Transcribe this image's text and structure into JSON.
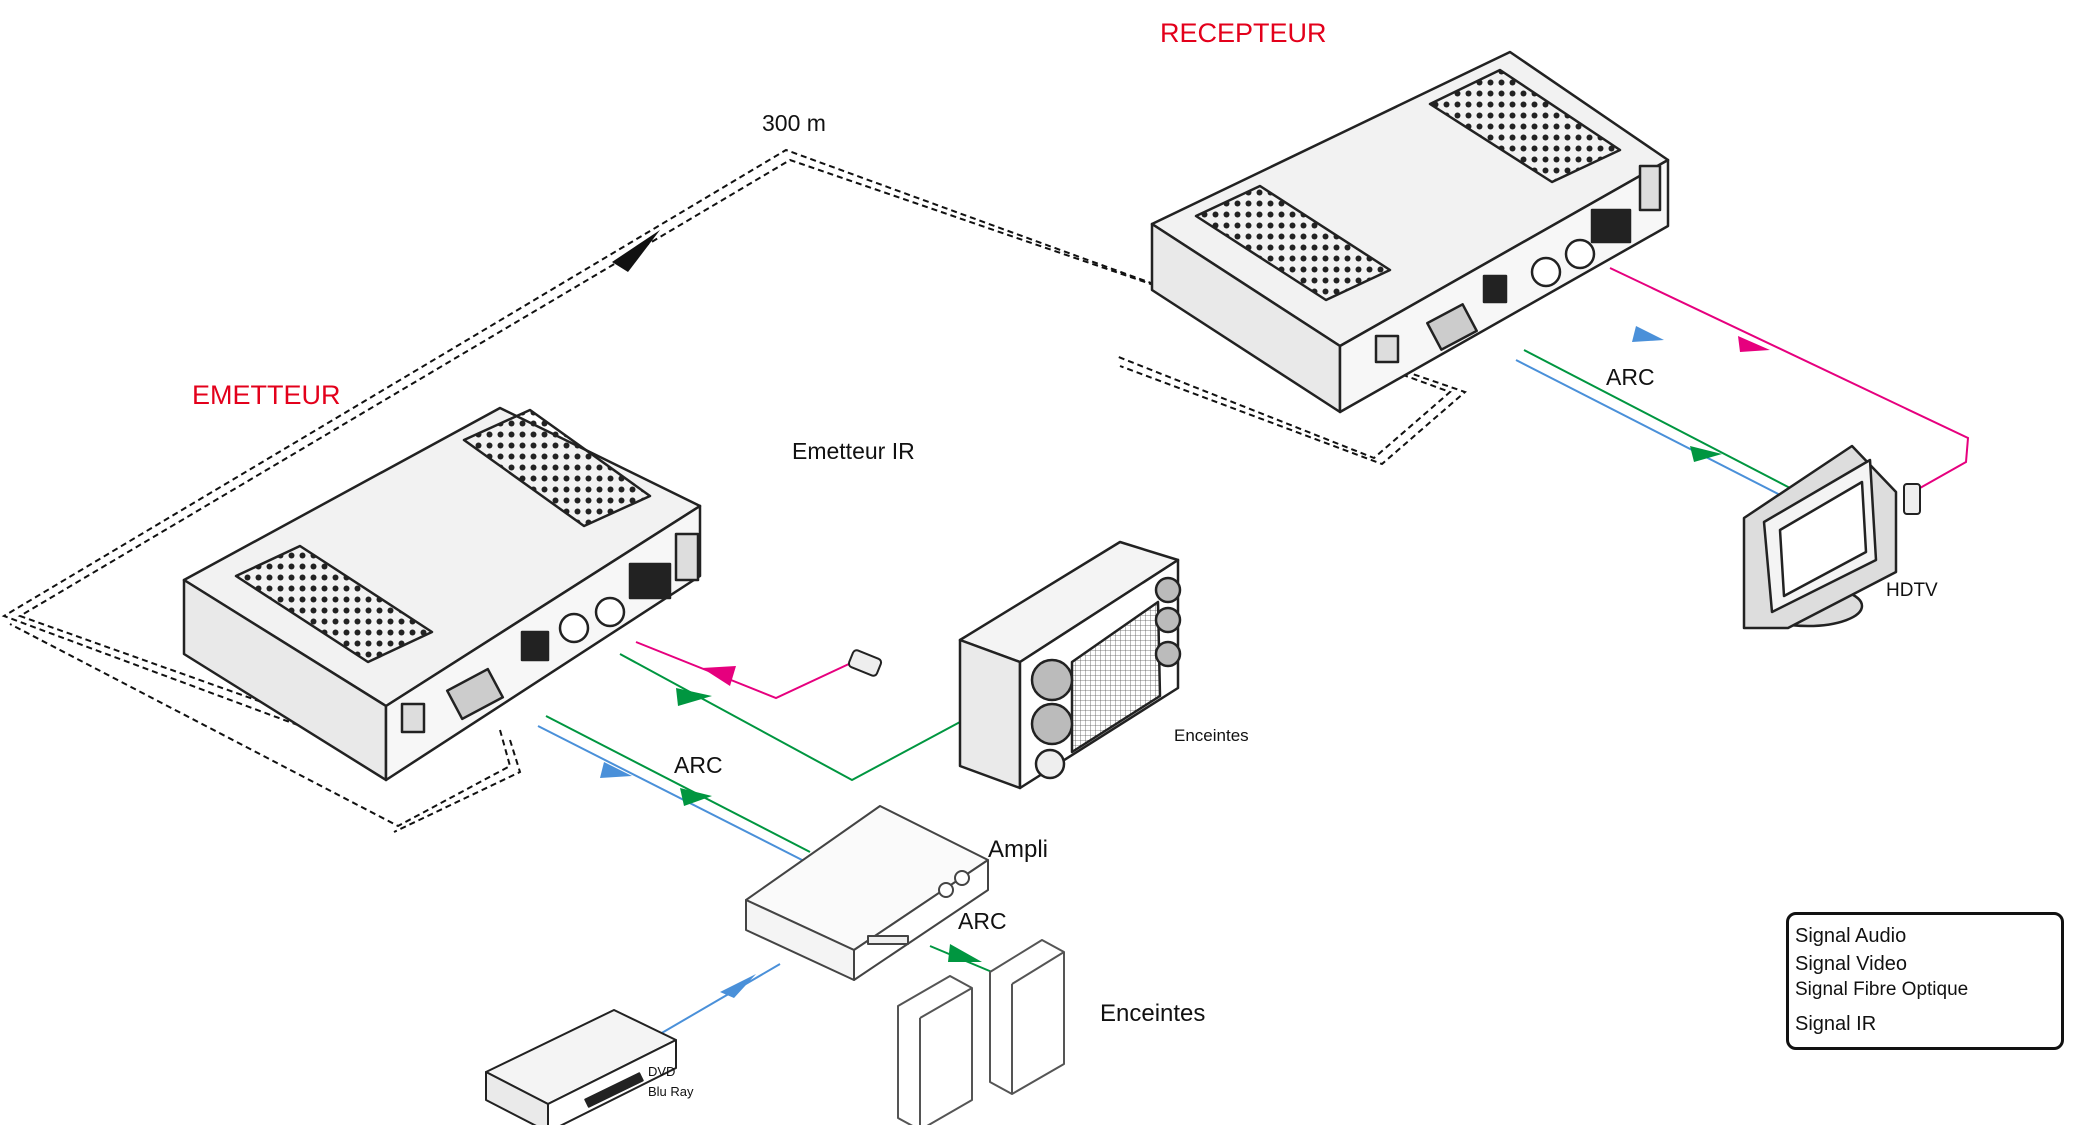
{
  "labels": {
    "recepteur": "RECEPTEUR",
    "emetteur": "EMETTEUR",
    "distance": "300 m",
    "emetteur_ir": "Emetteur IR",
    "arc_top": "ARC",
    "arc_mid": "ARC",
    "arc_low": "ARC",
    "hdtv": "HDTV",
    "enceintes_small": "Enceintes",
    "enceintes_large": "Enceintes",
    "ampli": "Ampli",
    "dvd": "DVD",
    "bluray": "Blu Ray"
  },
  "legend": {
    "items": [
      {
        "label": "Signal Audio",
        "color": "#009640"
      },
      {
        "label": "Signal Video",
        "color": "#4a90d9"
      },
      {
        "label": "Signal Fibre Optique",
        "color": "#000000"
      },
      {
        "label": "Signal IR",
        "color": "#e6007e"
      }
    ]
  },
  "colors": {
    "title_red": "#e3001b",
    "audio": "#009640",
    "video": "#4a90d9",
    "fiber": "#000000",
    "ir": "#e6007e"
  }
}
